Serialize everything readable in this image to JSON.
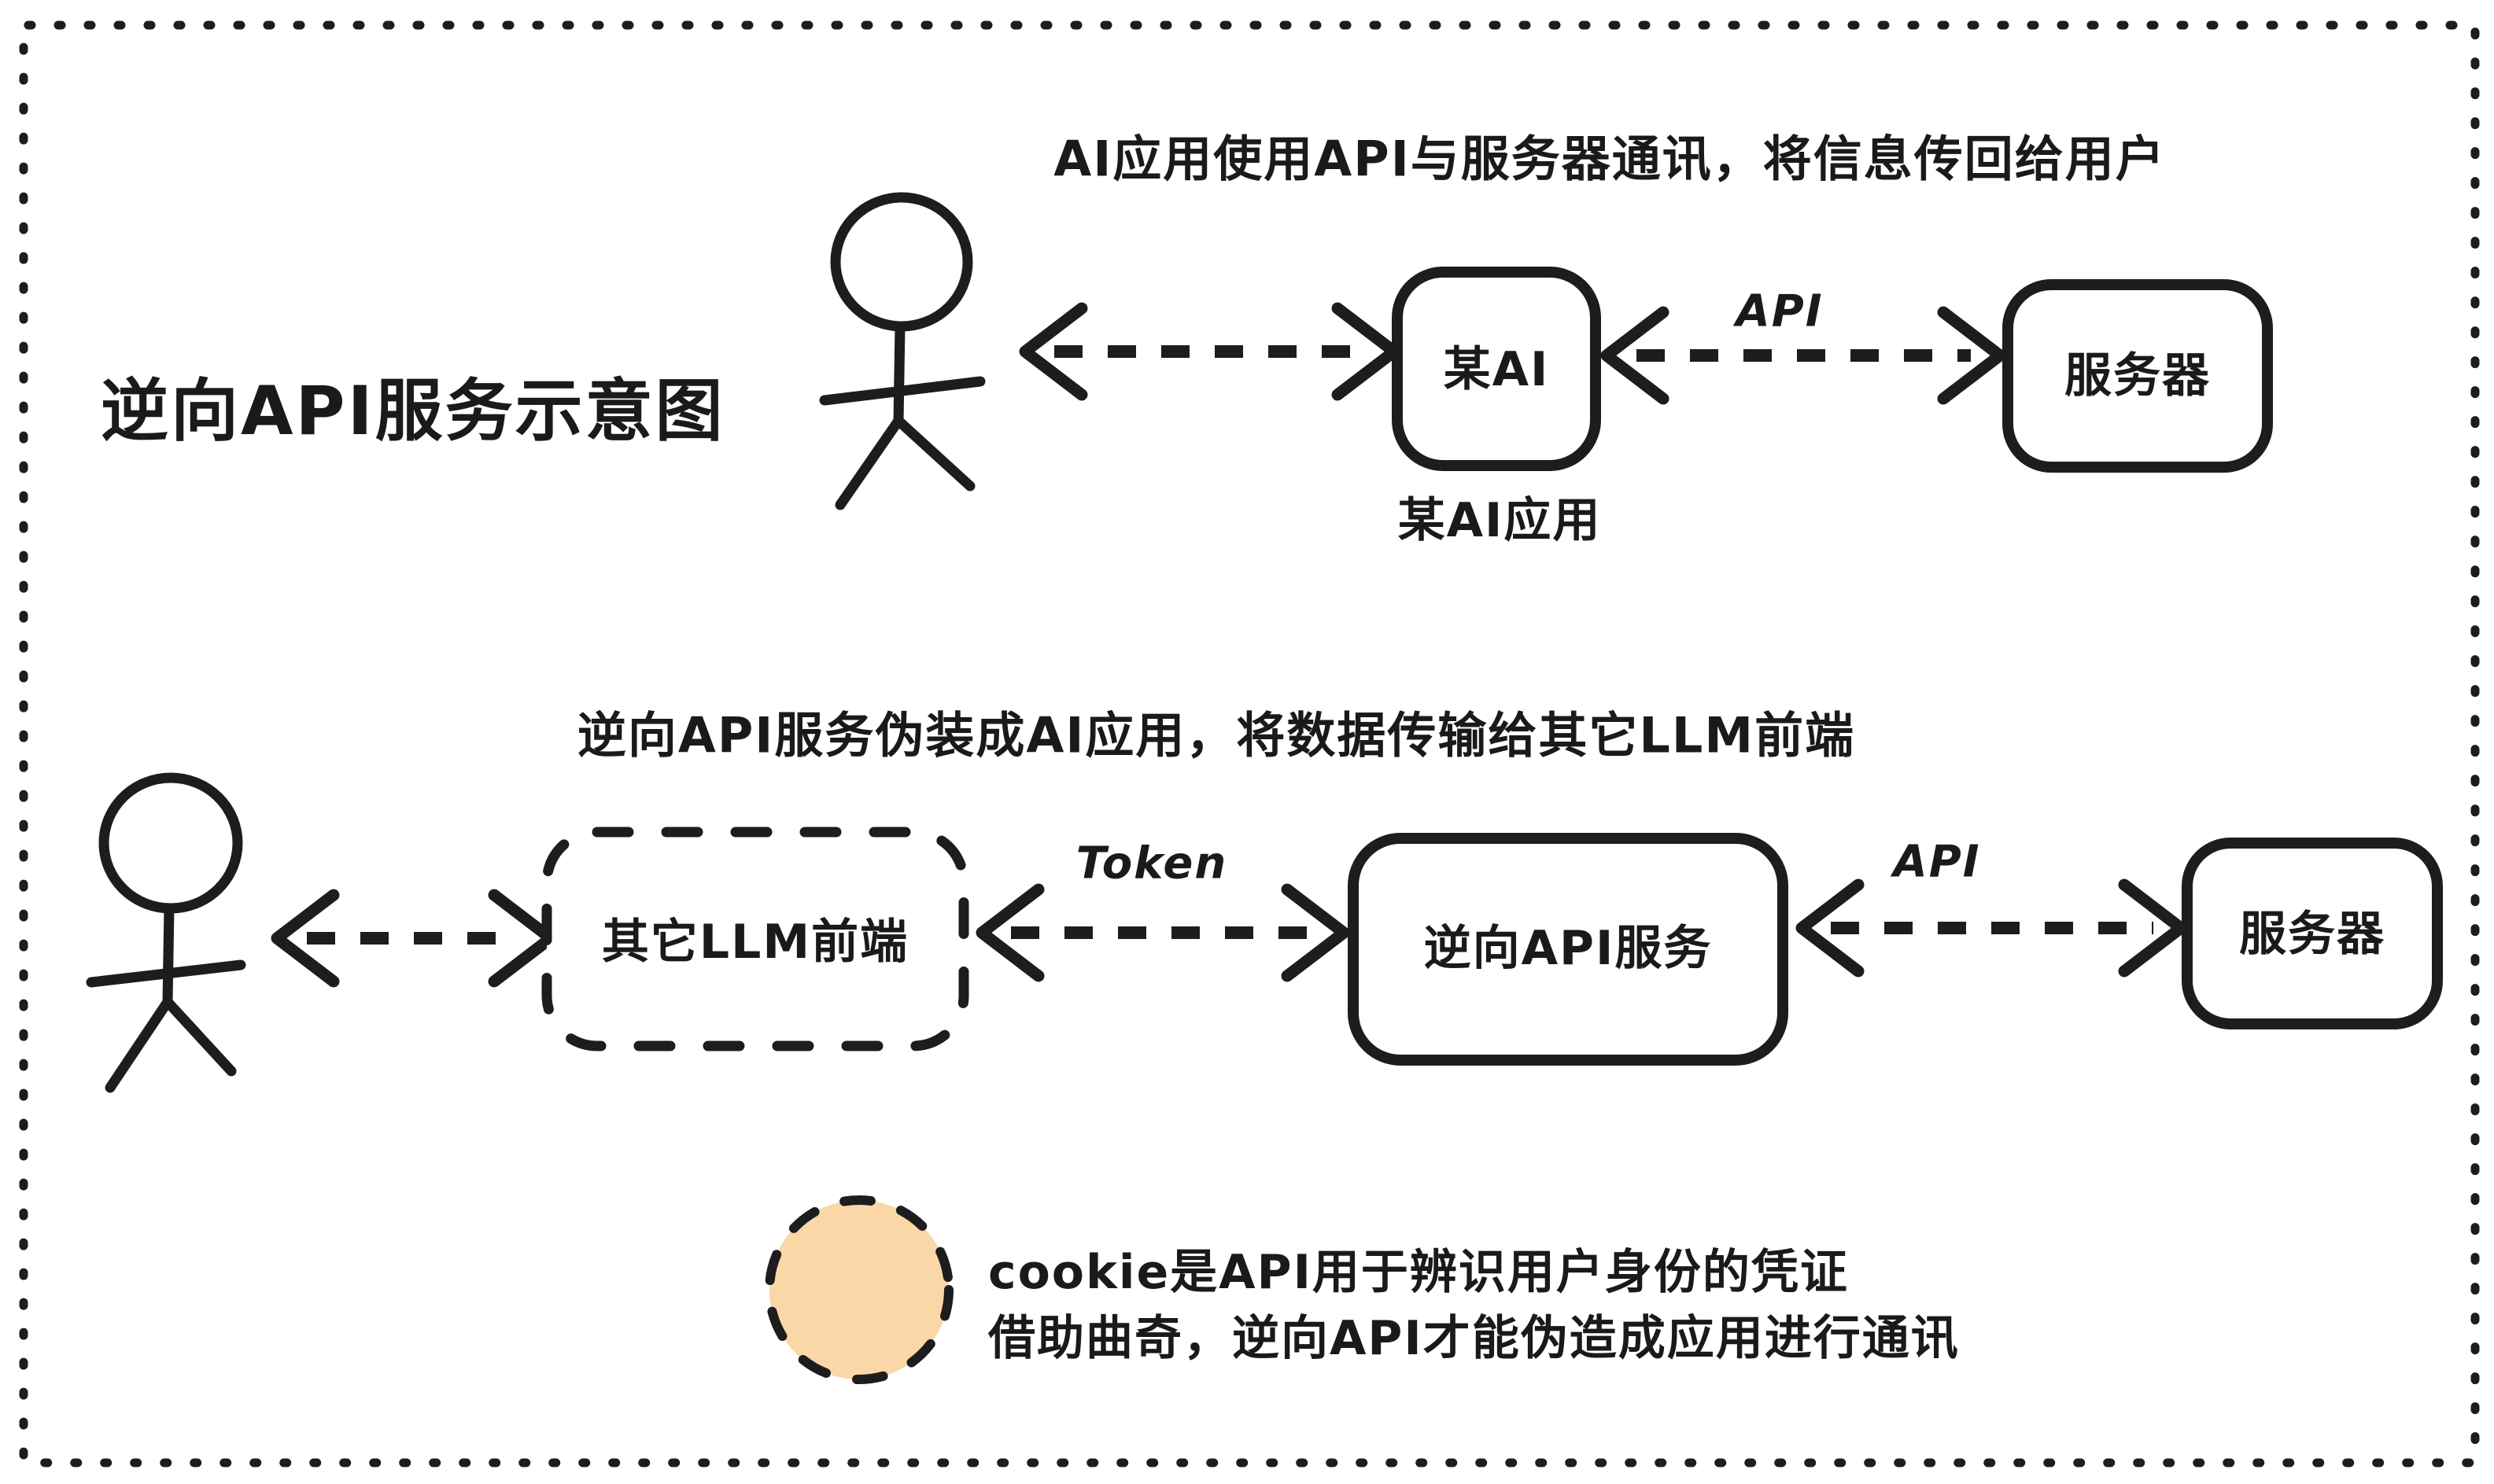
{
  "colors": {
    "ink": "#1d1d1d",
    "background": "#ffffff",
    "cookie_fill": "#F9D7A6"
  },
  "title": "逆向API服务示意图",
  "row1": {
    "caption": "AI应用使用API与服务器通讯，将信息传回给用户",
    "ai_box_label": "某AI",
    "ai_box_caption": "某AI应用",
    "api_label": "API",
    "server_label": "服务器"
  },
  "row2": {
    "caption": "逆向API服务伪装成AI应用，将数据传输给其它LLM前端",
    "frontend_box_label": "其它LLM前端",
    "token_label": "Token",
    "service_box_label": "逆向API服务",
    "api_label": "API",
    "server_label": "服务器"
  },
  "note": {
    "line1": "cookie是API用于辨识用户身份的凭证",
    "line2": "借助曲奇，逆向API才能伪造成应用进行通讯"
  }
}
